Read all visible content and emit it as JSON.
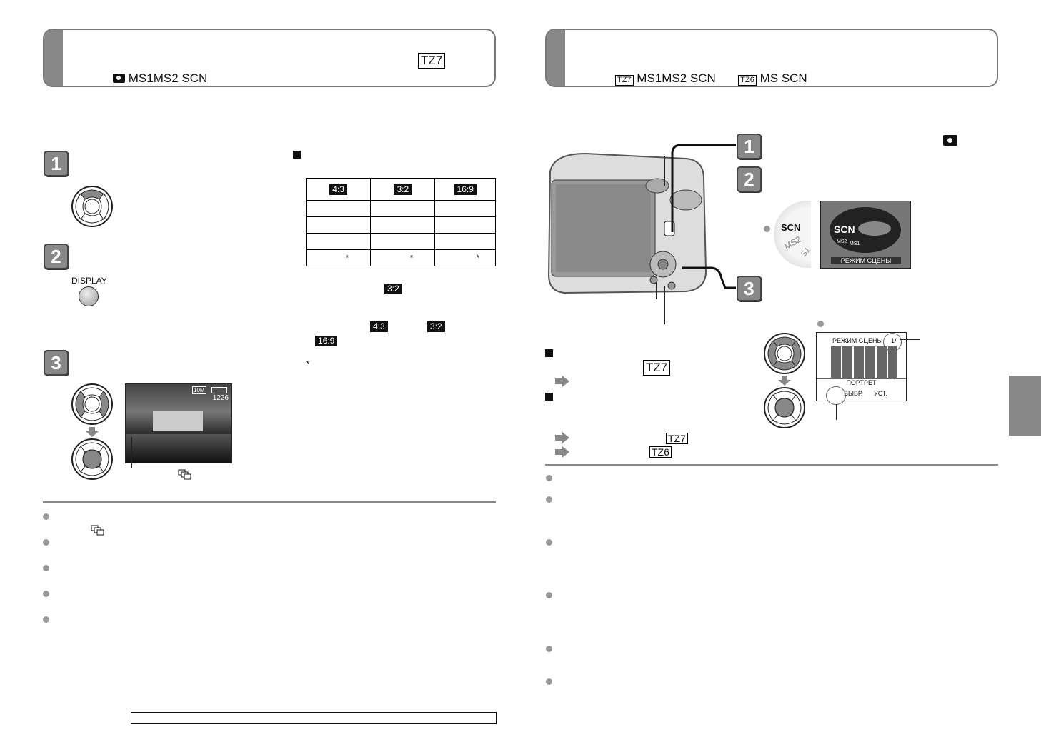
{
  "left": {
    "header": {
      "tz_badge": "TZ7",
      "modes": "MS1MS2 SCN"
    },
    "steps": [
      "1",
      "2",
      "3"
    ],
    "display_label": "DISPLAY",
    "ratio_table": {
      "headers": [
        "4:3",
        "3:2",
        "16:9"
      ],
      "star": "*"
    },
    "inline_ratios": {
      "r1": "3:2",
      "r2": "4:3",
      "r3": "3:2",
      "r4": "16:9"
    },
    "footnote_star": "*",
    "lcd": {
      "top_left": "☐",
      "counter": "1226",
      "size_badge": "10M"
    }
  },
  "right": {
    "header": {
      "tz7": "TZ7",
      "modes_a": "MS1MS2 SCN",
      "tz6": "TZ6",
      "modes_b": "MS SCN"
    },
    "steps": [
      "1",
      "2",
      "3"
    ],
    "dial": {
      "scn": "SCN",
      "ms2": "MS2",
      "s1": "S1"
    },
    "scn_screen": {
      "label": "РЕЖИМ СЦЕНЫ",
      "scn": "SCN",
      "ms2": "MS2",
      "ms1": "MS1"
    },
    "menu_screen": {
      "title": "РЕЖИМ СЦЕНЫ",
      "page": "1/",
      "item": "ПОРТРЕТ",
      "select": "ВЫБР.",
      "set": "УСТ."
    },
    "badges": {
      "tz7_a": "TZ7",
      "tz7_b": "TZ7",
      "tz6": "TZ6"
    }
  },
  "colors": {
    "accent_gray": "#888888",
    "dark": "#111111"
  }
}
